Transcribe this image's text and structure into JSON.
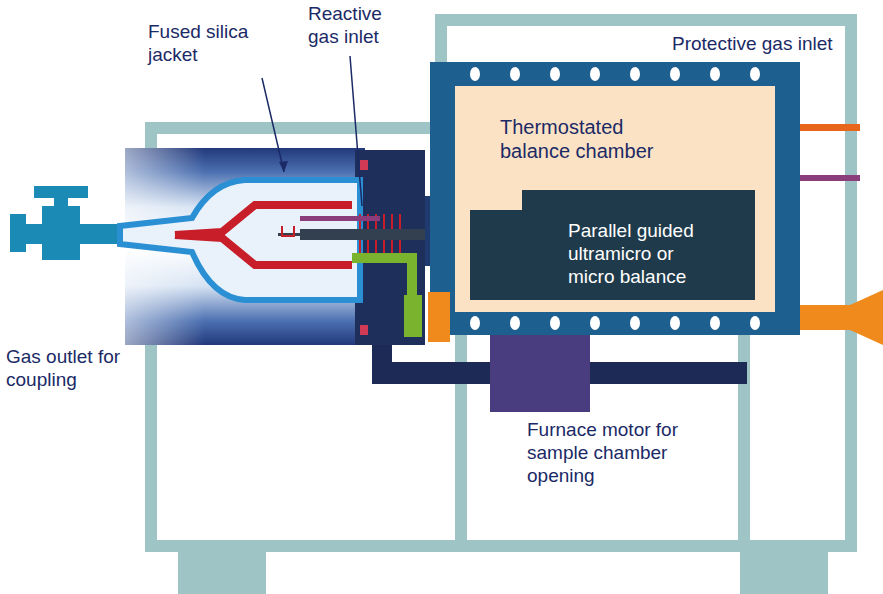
{
  "diagram": {
    "nodes": [
      {
        "text": [
          "Thermostated balance chamber"
        ]
      },
      {
        "text": [
          "Parallel guided ultramicro or micro balance"
        ],
        "in": 0
      }
    ],
    "labels": [
      "Fused silica jacket",
      "Reactive gas inlet",
      "Protective gas inlet",
      "Gas outlet for coupling",
      "Furnace motor for sample chamber opening"
    ]
  }
}
